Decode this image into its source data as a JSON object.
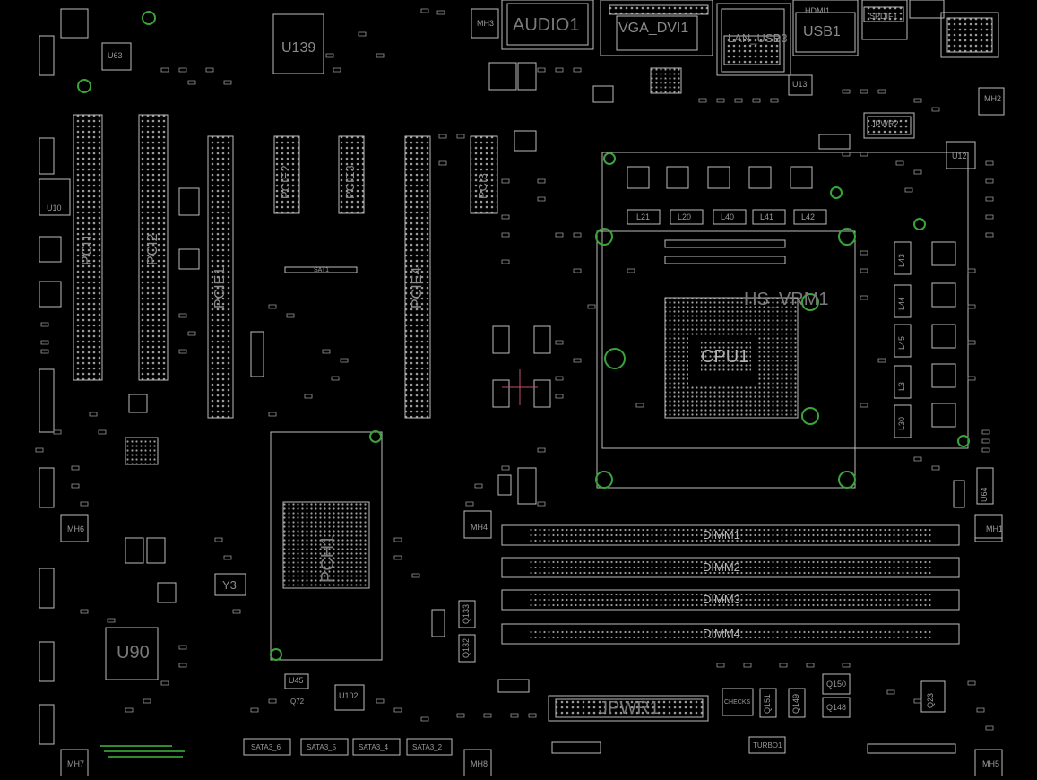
{
  "board": {
    "background": "#000000",
    "outline_color": "#bdbdbd",
    "pad_color": "#9a9a9a",
    "via_color": "#3aa43a",
    "cursor_color": "#c0506a"
  },
  "labels": {
    "audio": "AUDIO1",
    "vga_dvi": "VGA_DVI1",
    "lan_usb": "LAN_USB3",
    "hdmi": "HDMI1",
    "usb": "USB1",
    "spdif": "SPDIF1",
    "u139": "U139",
    "u63": "U63",
    "u10": "U10",
    "u12": "U12",
    "u13": "U13",
    "u90": "U90",
    "u102": "U102",
    "u45": "U45",
    "u64": "U64",
    "y3": "Y3",
    "jpwr1": "JPWR1",
    "jpwr2": "JPWR2",
    "hs_vrm": "HS_VRM1",
    "cpu": "CPU1",
    "pch": "PCH1",
    "dimm1": "DIMM1",
    "dimm2": "DIMM2",
    "dimm3": "DIMM3",
    "dimm4": "DIMM4",
    "sat1": "SAT1",
    "sata": [
      "SATA3_6",
      "SATA3_5",
      "SATA3_4",
      "SATA3_2"
    ],
    "pci1": "PCI1",
    "pci2": "PCI2",
    "pci3": "PCI3",
    "pcie": [
      "PCIE1",
      "PCIE2",
      "PCIE3",
      "PCIE4"
    ],
    "mh": [
      "MH1",
      "MH2",
      "MH3",
      "MH4",
      "MH5",
      "MH6",
      "MH7",
      "MH8"
    ],
    "l_top": [
      "L21",
      "L20",
      "L40",
      "L41",
      "L42"
    ],
    "l_side": [
      "L43",
      "L44",
      "L45",
      "L3",
      "L30"
    ],
    "q_labels": [
      "Q150",
      "Q148",
      "Q23",
      "Q133",
      "Q132",
      "Q151",
      "Q149",
      "Q72"
    ],
    "turbo": "TURBO1",
    "checks": "CHECKS"
  }
}
